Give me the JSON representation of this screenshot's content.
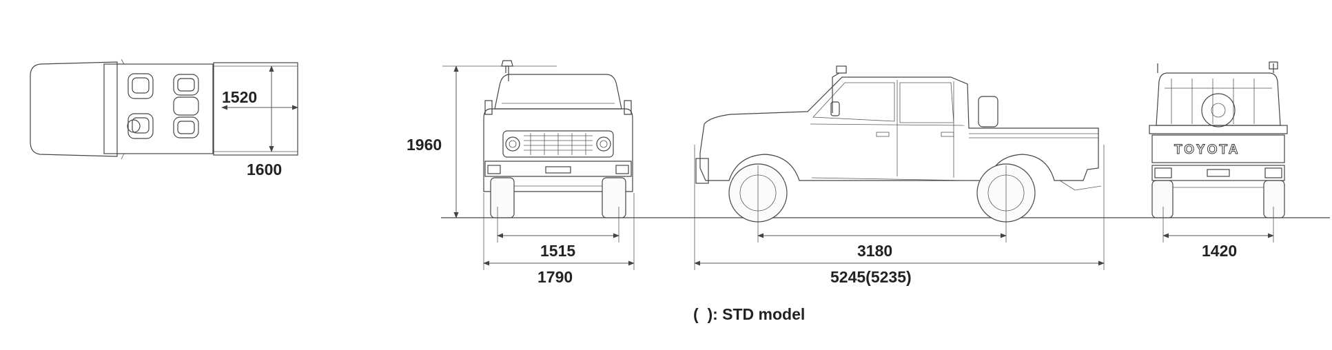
{
  "dimensions": {
    "cargo_width": "1520",
    "cargo_length": "1600",
    "overall_height": "1960",
    "front_tread": "1515",
    "overall_width": "1790",
    "wheelbase": "3180",
    "overall_length": "5245(5235)",
    "rear_tread": "1420"
  },
  "badge_text": "TOYOTA",
  "footnote": "(  ): STD model"
}
